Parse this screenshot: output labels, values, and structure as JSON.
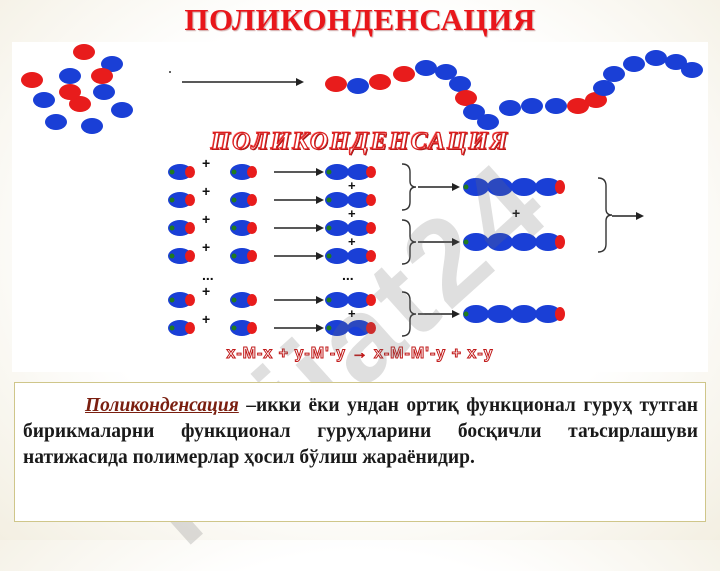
{
  "slide": {
    "title": "ПОЛИКОНДЕНСАЦИЯ"
  },
  "figure": {
    "title": "ПОЛИКОНДЕНСАЦИЯ",
    "equation": "x-M-x + y-M'-y → x-M-M'-y + x-y",
    "plus_sign": "+",
    "ellipsis": "...",
    "colors": {
      "blue": "#1a3fd6",
      "red": "#e81c1c",
      "green_dot": "#1f7a1f",
      "arrow": "#222222"
    }
  },
  "watermark": {
    "text": "hujjat24"
  },
  "definition": {
    "term": "Поликонденсация",
    "text": " –икки ёки ундан ортиқ функционал гуруҳ тутган бирикмаларни функционал гуруҳларини босқичли таъсирлашуви натижасида полимерлар ҳосил бўлиш жараёнидир."
  }
}
